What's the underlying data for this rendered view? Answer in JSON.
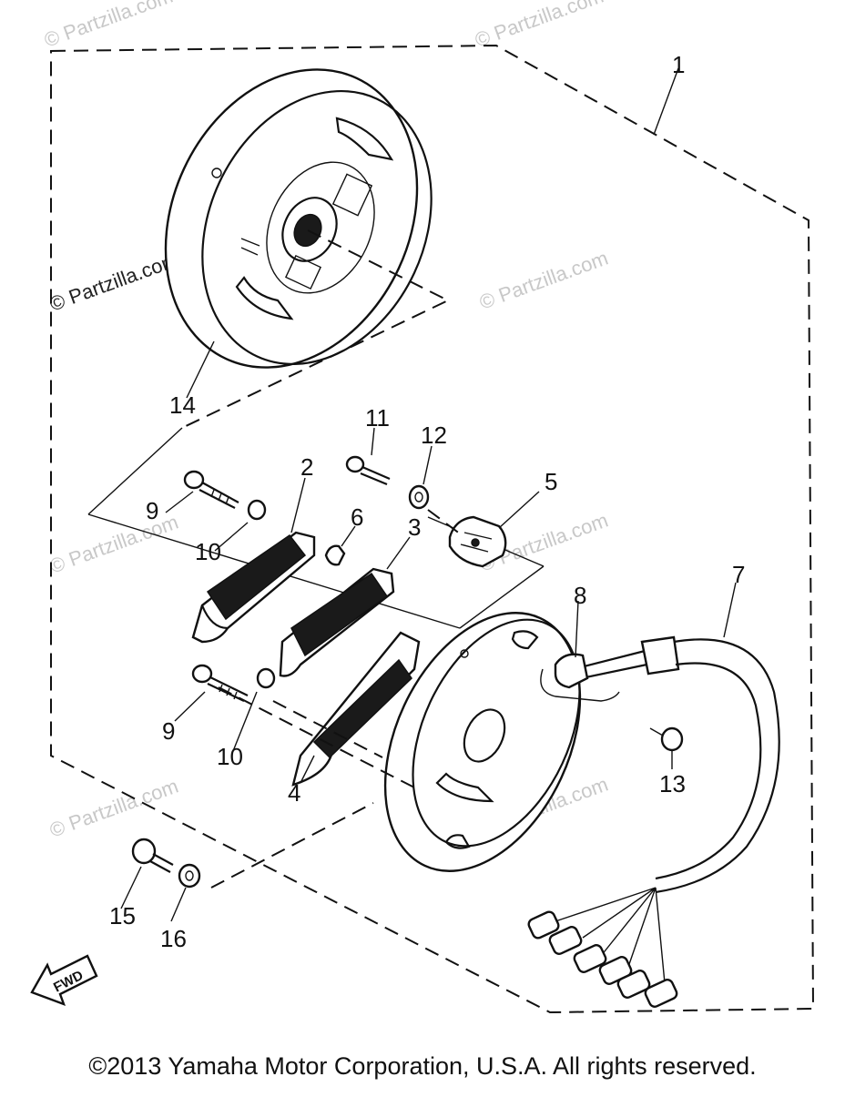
{
  "diagram": {
    "callouts": [
      "1",
      "2",
      "3",
      "4",
      "5",
      "6",
      "7",
      "8",
      "9",
      "9",
      "10",
      "10",
      "11",
      "12",
      "13",
      "14",
      "15",
      "16"
    ],
    "watermark_text": "© Partzilla.com",
    "direction_label": "FWD",
    "copyright": "©2013 Yamaha Motor Corporation, U.S.A. All rights reserved."
  }
}
